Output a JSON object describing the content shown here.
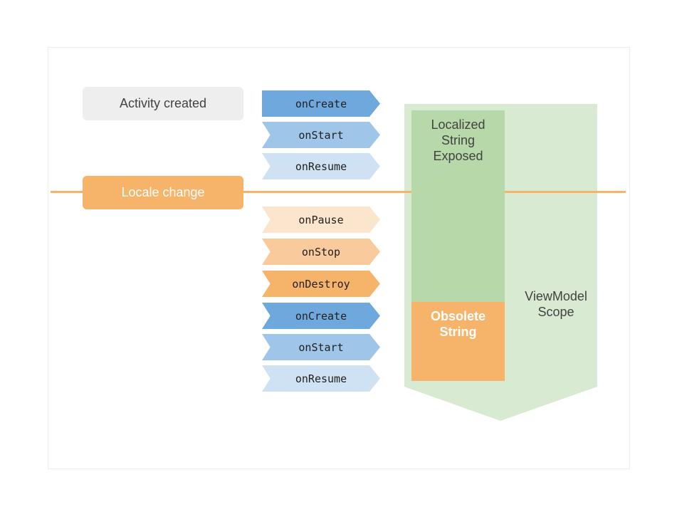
{
  "events": {
    "activity_created": "Activity created",
    "locale_change": "Locale change"
  },
  "lifecycle": [
    {
      "label": "onCreate",
      "color": "#6fa8dc"
    },
    {
      "label": "onStart",
      "color": "#9fc5e8"
    },
    {
      "label": "onResume",
      "color": "#cfe2f3"
    },
    {
      "label": "onPause",
      "color": "#fce5cd"
    },
    {
      "label": "onStop",
      "color": "#f9cb9c"
    },
    {
      "label": "onDestroy",
      "color": "#f6b36a"
    },
    {
      "label": "onCreate",
      "color": "#6fa8dc"
    },
    {
      "label": "onStart",
      "color": "#9fc5e8"
    },
    {
      "label": "onResume",
      "color": "#cfe2f3"
    }
  ],
  "scope": {
    "label_line1": "ViewModel",
    "label_line2": "Scope",
    "color": "#d9ead3"
  },
  "localized": {
    "line1": "Localized",
    "line2": "String",
    "line3": "Exposed",
    "color": "#b7d9a9"
  },
  "obsolete": {
    "line1": "Obsolete",
    "line2": "String",
    "color": "#f6b36a"
  },
  "colors": {
    "timeline": "#f6b36a",
    "activity_pill": "#eeeeee",
    "locale_pill": "#f6b36a"
  }
}
